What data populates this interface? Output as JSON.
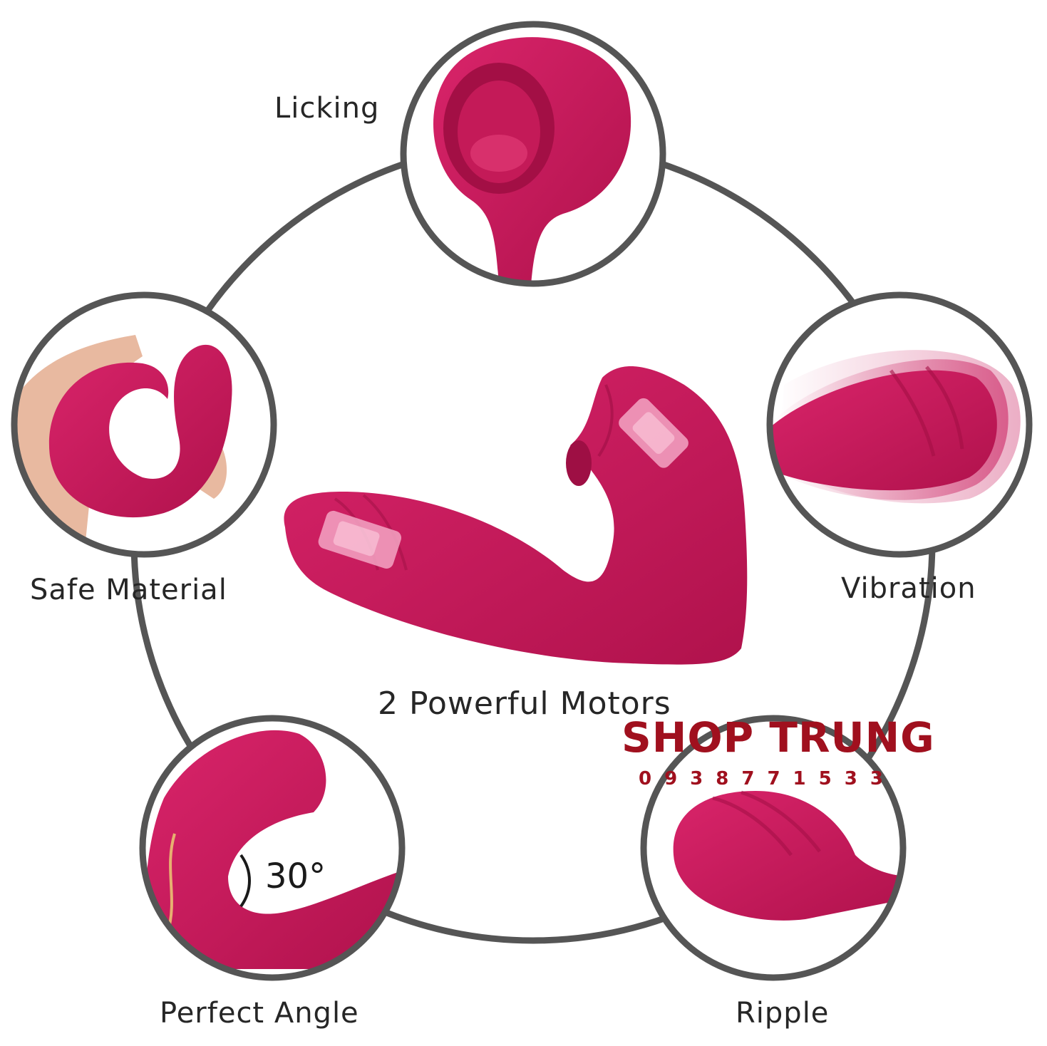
{
  "features": {
    "licking": "Licking",
    "safe_material": "Safe Material",
    "vibration": "Vibration",
    "perfect_angle": "Perfect Angle",
    "ripple": "Ripple"
  },
  "center_caption": "2 Powerful Motors",
  "angle_value": "30°",
  "watermark": {
    "brand": "SHOP TRUNG",
    "phone": "0938771533"
  },
  "colors": {
    "product": "#c8185a",
    "product_dark": "#9e0f44",
    "ring": "#555555",
    "watermark": "#a0101e"
  }
}
